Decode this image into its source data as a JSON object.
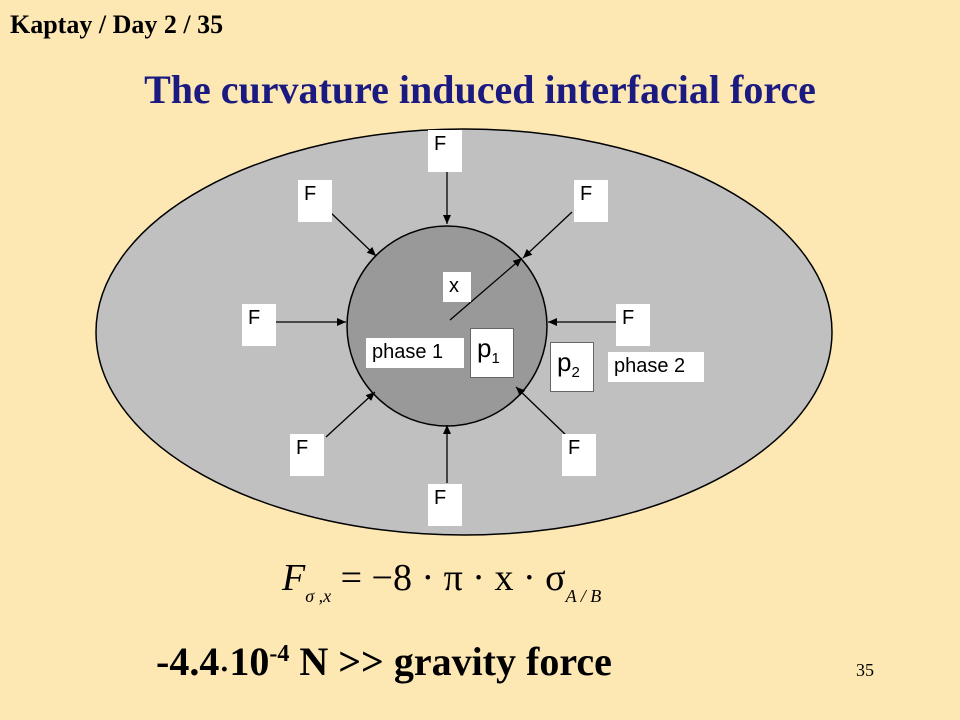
{
  "header": "Kaptay / Day 2 / 35",
  "title": "The curvature induced interfacial force",
  "diagram": {
    "force_label": "F",
    "radius_label": "x",
    "phase1_label": "phase 1",
    "phase2_label": "phase 2",
    "pressure1": {
      "base": "p",
      "sub": "1"
    },
    "pressure2": {
      "base": "p",
      "sub": "2"
    },
    "colors": {
      "outer_phase": "#c0c0c0",
      "inner_phase": "#999999",
      "background": "#fde8b4"
    }
  },
  "formula": {
    "lhs": "F",
    "lhs_subscript": "σ ,x",
    "rhs": "= −8 · π · x · σ",
    "rhs_subscript": "A / B"
  },
  "result": {
    "mantissa": "-4.4",
    "dot": "·",
    "base": "10",
    "exponent": "-4",
    "tail": " N >> gravity force"
  },
  "page_number": "35"
}
